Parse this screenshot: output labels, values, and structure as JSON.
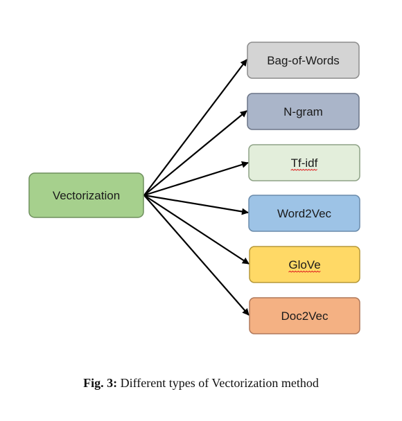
{
  "diagram": {
    "source": {
      "label": "Vectorization",
      "fill": "#a6d08d",
      "stroke": "#6e8f5d"
    },
    "targets": [
      {
        "label": "Bag-of-Words",
        "fill": "#d4d4d4",
        "stroke": "#8c8c8c",
        "spellcheck": false
      },
      {
        "label": "N-gram",
        "fill": "#aab5c9",
        "stroke": "#6b7587",
        "spellcheck": false
      },
      {
        "label": "Tf-idf",
        "fill": "#e3eedb",
        "stroke": "#8ea286",
        "spellcheck": true
      },
      {
        "label": "Word2Vec",
        "fill": "#9dc3e6",
        "stroke": "#6a8bab",
        "spellcheck": false
      },
      {
        "label": "GloVe",
        "fill": "#ffd966",
        "stroke": "#b59838",
        "spellcheck": true
      },
      {
        "label": "Doc2Vec",
        "fill": "#f4b183",
        "stroke": "#b0785a",
        "spellcheck": false
      }
    ]
  },
  "caption": {
    "label": "Fig. 3:",
    "text": "Different types of Vectorization method"
  }
}
